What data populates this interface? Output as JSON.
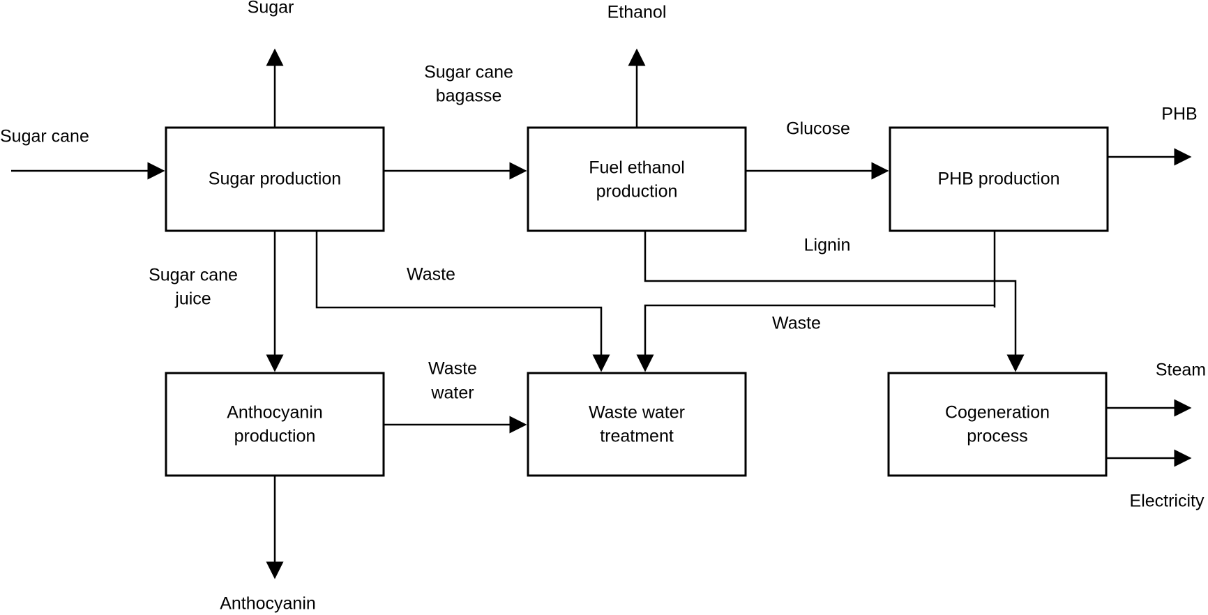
{
  "diagram": {
    "nodes": {
      "sugar_production": "Sugar production",
      "fuel_ethanol_production": [
        "Fuel ethanol",
        "production"
      ],
      "phb_production": "PHB production",
      "anthocyanin_production": [
        "Anthocyanin",
        "production"
      ],
      "waste_water_treatment": [
        "Waste water",
        "treatment"
      ],
      "cogeneration_process": [
        "Cogeneration",
        "process"
      ]
    },
    "flow_labels": {
      "sugar_cane": "Sugar cane",
      "sugar": "Sugar",
      "ethanol": "Ethanol",
      "sugar_cane_bagasse": [
        "Sugar cane",
        "bagasse"
      ],
      "glucose": "Glucose",
      "phb": "PHB",
      "lignin": "Lignin",
      "sugar_cane_juice": [
        "Sugar cane",
        "juice"
      ],
      "waste_1": "Waste",
      "waste_2": "Waste",
      "waste_water": [
        "Waste",
        "water"
      ],
      "steam": "Steam",
      "electricity": "Electricity",
      "anthocyanin": "Anthocyanin"
    },
    "edges": [
      {
        "from": "input",
        "to": "sugar_production",
        "label": "sugar_cane"
      },
      {
        "from": "sugar_production",
        "to": "output",
        "label": "sugar"
      },
      {
        "from": "sugar_production",
        "to": "fuel_ethanol_production",
        "label": "sugar_cane_bagasse"
      },
      {
        "from": "sugar_production",
        "to": "anthocyanin_production",
        "label": "sugar_cane_juice"
      },
      {
        "from": "sugar_production",
        "to": "waste_water_treatment",
        "label": "waste_1"
      },
      {
        "from": "fuel_ethanol_production",
        "to": "output",
        "label": "ethanol"
      },
      {
        "from": "fuel_ethanol_production",
        "to": "phb_production",
        "label": "glucose"
      },
      {
        "from": "fuel_ethanol_production",
        "to": "cogeneration_process",
        "label": "lignin"
      },
      {
        "from": "phb_production",
        "to": "output",
        "label": "phb"
      },
      {
        "from": "phb_production",
        "to": "waste_water_treatment",
        "label": "waste_2"
      },
      {
        "from": "anthocyanin_production",
        "to": "waste_water_treatment",
        "label": "waste_water"
      },
      {
        "from": "anthocyanin_production",
        "to": "output",
        "label": "anthocyanin"
      },
      {
        "from": "cogeneration_process",
        "to": "output",
        "label": "steam"
      },
      {
        "from": "cogeneration_process",
        "to": "output",
        "label": "electricity"
      }
    ]
  }
}
